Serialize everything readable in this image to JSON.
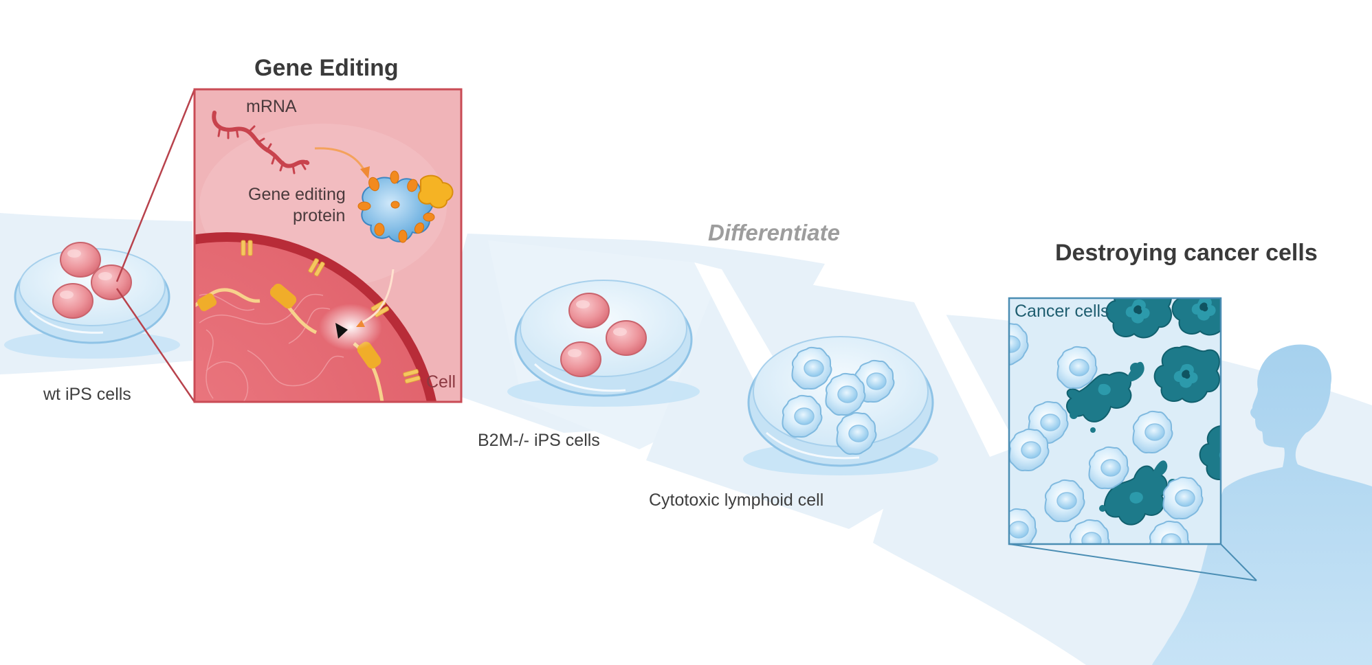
{
  "labels": {
    "gene_editing_title": "Gene Editing",
    "mrna": "mRNA",
    "gene_editing_protein_line1": "Gene editing",
    "gene_editing_protein_line2": "protein",
    "cell": "Cell",
    "wt_ips_cells": "wt iPS cells",
    "differentiate": "Differentiate",
    "b2m_ips_cells": "B2M-/- iPS cells",
    "cytotoxic_lymphoid_cell": "Cytotoxic lymphoid cell",
    "destroying_cancer_cells": "Destroying cancer cells",
    "cancer_cells": "Cancer cells"
  },
  "colors": {
    "band": "#e6f1f9",
    "dish_rim": "#8fc3e6",
    "ips_cell": "#e88a92",
    "inset_bg": "#efb3b7",
    "inset_border": "#c94b55",
    "nucleus": "#e06870",
    "membrane": "#b82c38",
    "mrna": "#c8434d",
    "protein": "#5aa7dc",
    "protein_knob": "#f28a1e",
    "arrow": "#ef8a34",
    "dna_fragment": "#f2b43a",
    "lymphoid_cell": "#b6dcf4",
    "cancer_cell": "#1f7f8d",
    "silhouette": "#9ccbea"
  }
}
